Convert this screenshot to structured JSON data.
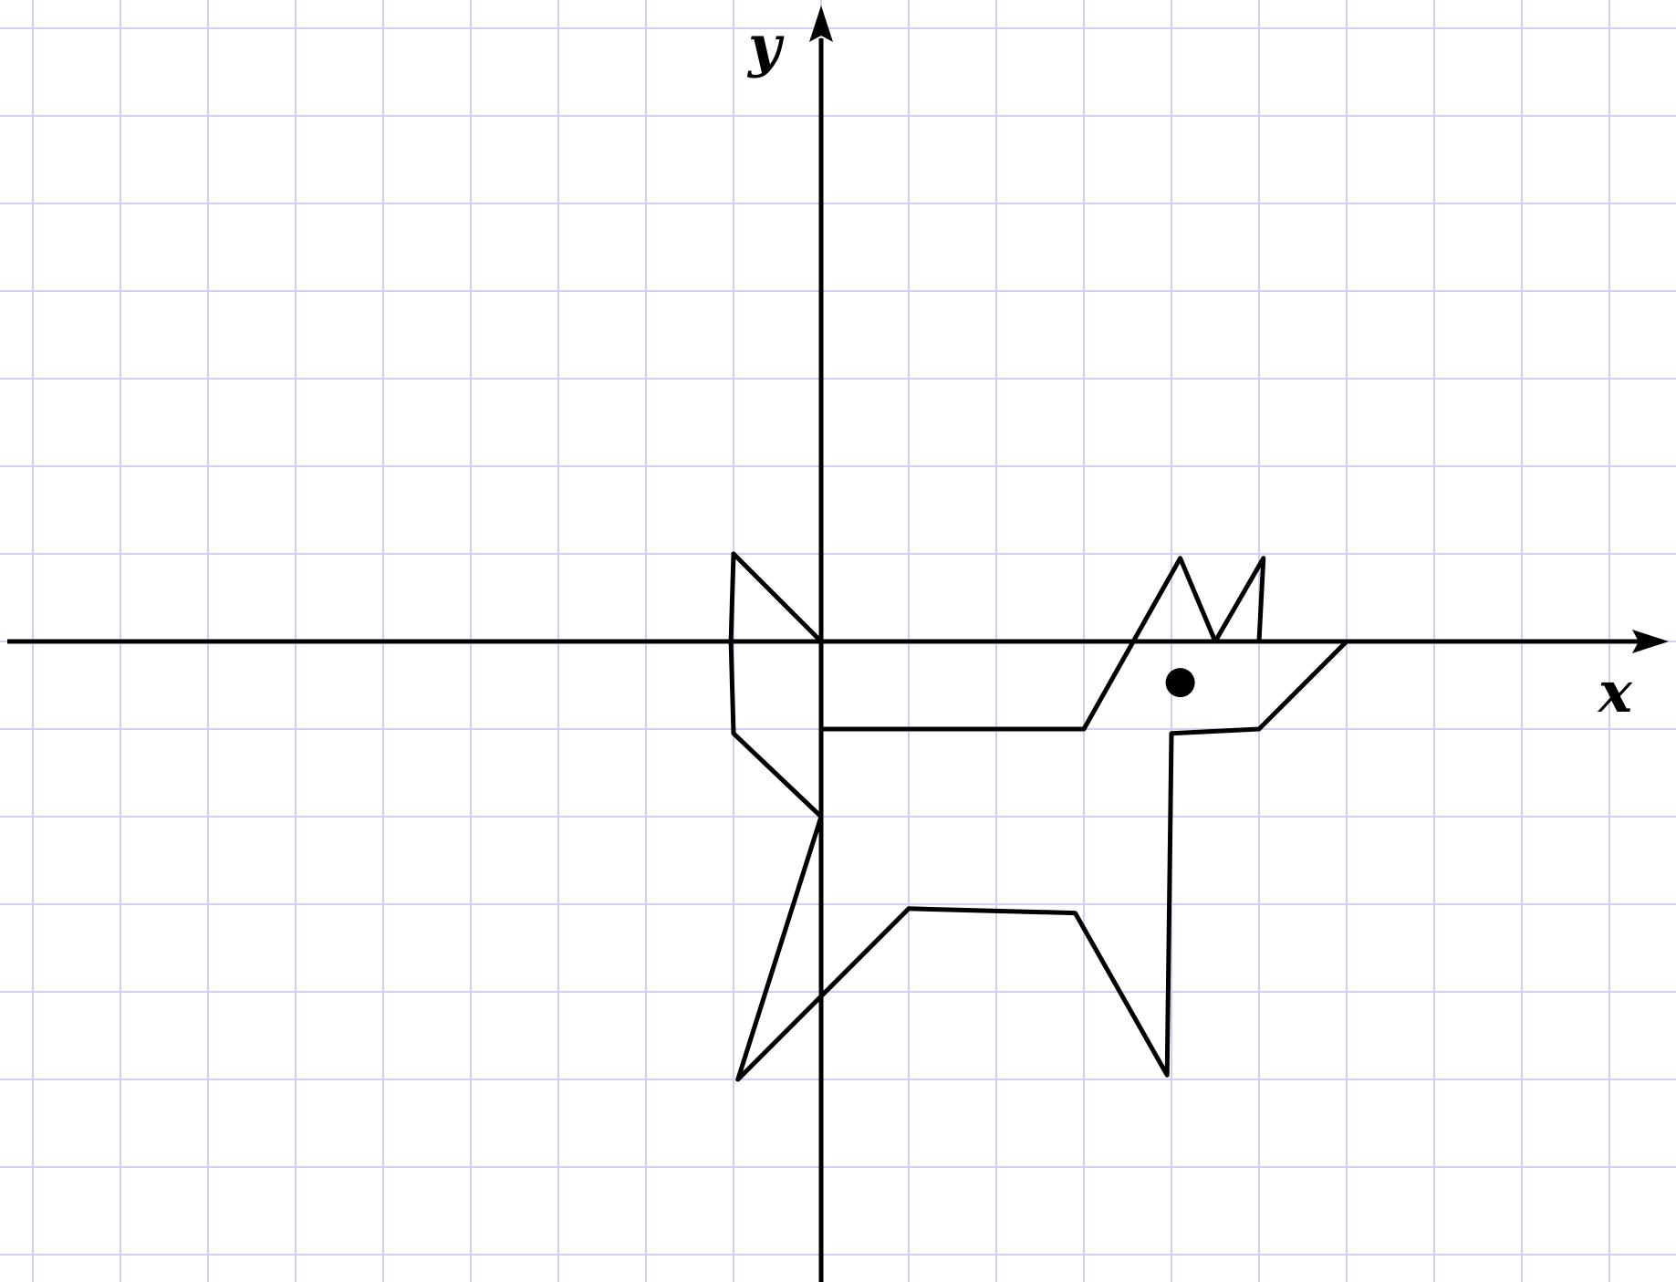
{
  "diagram": {
    "type": "coordinate-grid-figure",
    "x_axis_label": "x",
    "y_axis_label": "y",
    "grid": true,
    "grid_range": {
      "x": [
        -9,
        9
      ],
      "y": [
        -7,
        7
      ]
    },
    "colors": {
      "background": "#ffffff",
      "grid": "#cfd0f0",
      "stroke": "#000000"
    },
    "figure_segments": [
      [
        [
          -1,
          1
        ],
        [
          0,
          0
        ]
      ],
      [
        [
          -1,
          1
        ],
        [
          -1.03,
          0
        ],
        [
          -1,
          -1.05
        ],
        [
          0,
          -2
        ]
      ],
      [
        [
          0,
          -2
        ],
        [
          -0.95,
          -5
        ]
      ],
      [
        [
          -0.95,
          -5
        ],
        [
          1,
          -3.05
        ],
        [
          2.9,
          -3.1
        ],
        [
          3.95,
          -4.95
        ],
        [
          4,
          -1.05
        ],
        [
          5,
          -1
        ],
        [
          6,
          0
        ],
        [
          5,
          0
        ]
      ],
      [
        [
          0,
          0
        ],
        [
          0,
          -1
        ]
      ],
      [
        [
          0,
          -1
        ],
        [
          3,
          -1
        ],
        [
          4.1,
          0.95
        ],
        [
          4.5,
          0
        ],
        [
          5.05,
          0.95
        ],
        [
          5,
          0
        ]
      ]
    ],
    "eye": {
      "x": 4.1,
      "y": -0.47
    },
    "eye_icon": "filled-circle"
  }
}
